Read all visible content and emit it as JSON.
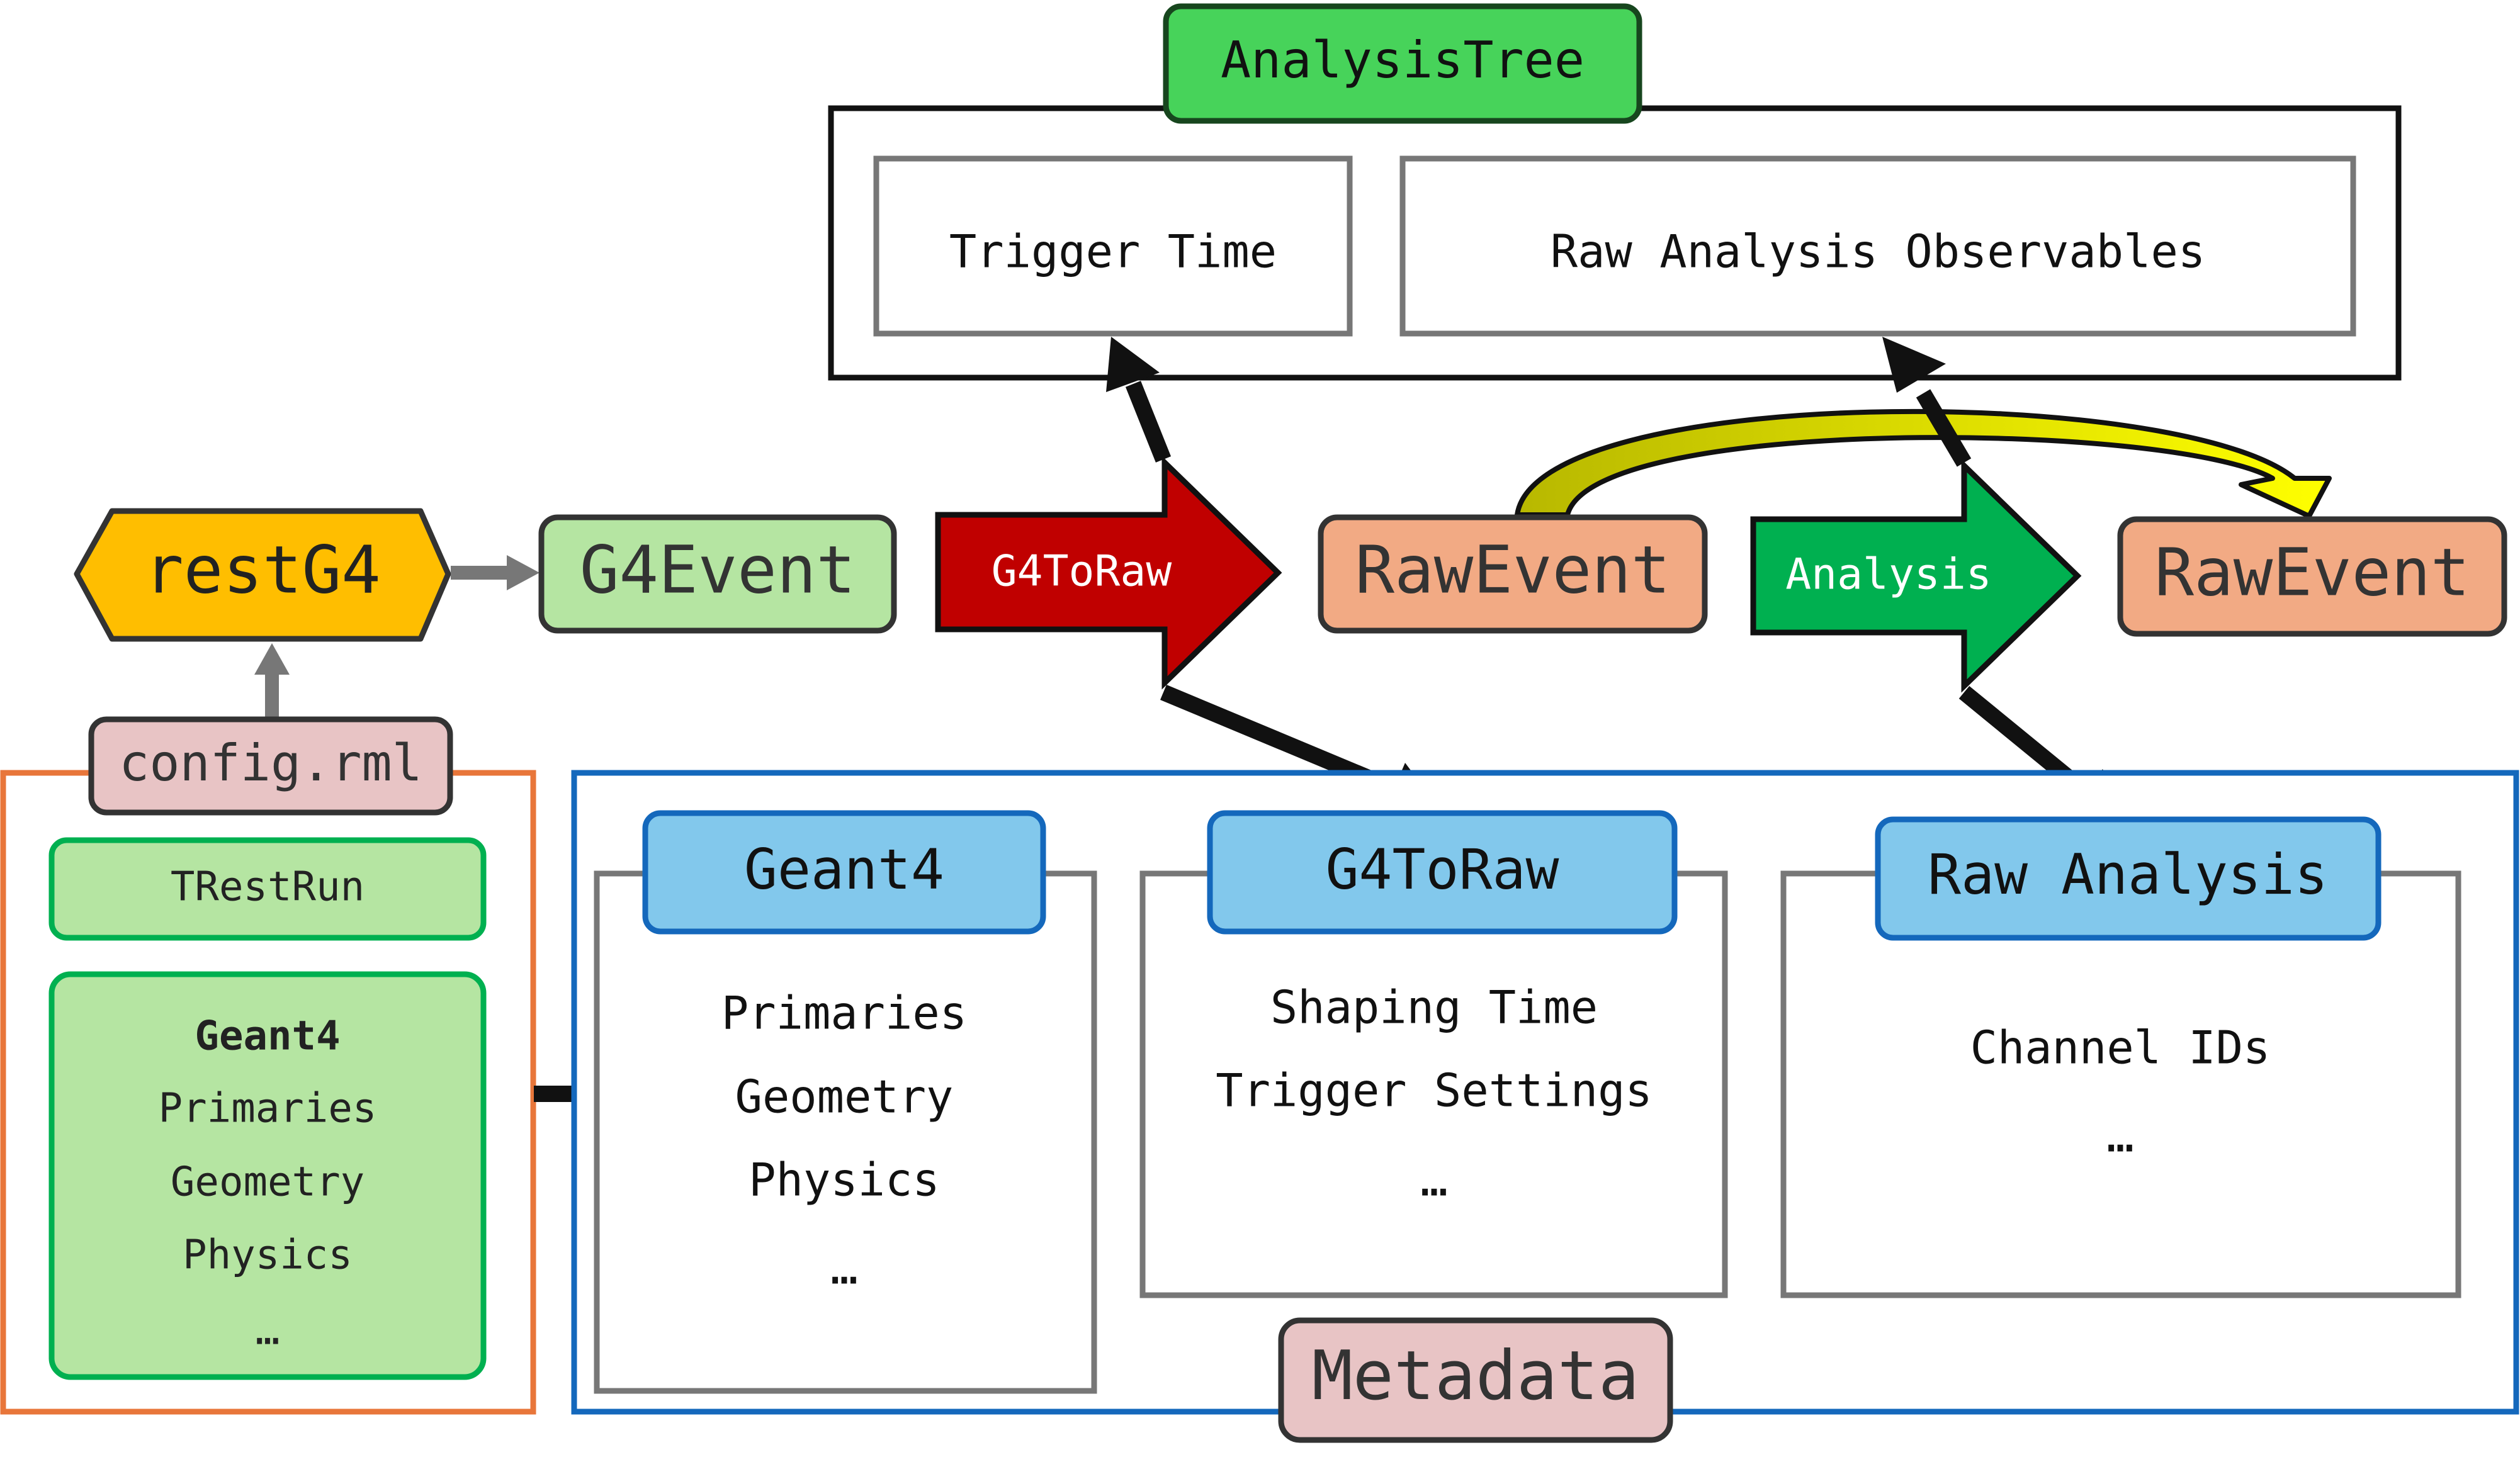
{
  "analysis_tree": {
    "label": "AnalysisTree",
    "trigger_time": "Trigger Time",
    "raw_observables": "Raw Analysis Observables"
  },
  "pipeline": {
    "restg4": "restG4",
    "g4event": "G4Event",
    "g4toraw_process": "G4ToRaw",
    "rawevent_1": "RawEvent",
    "analysis_process": "Analysis",
    "rawevent_2": "RawEvent"
  },
  "config": {
    "file": "config.rml",
    "trestrun": "TRestRun",
    "geant4_title": "Geant4",
    "items": [
      "Primaries",
      "Geometry",
      "Physics",
      "…"
    ]
  },
  "metadata": {
    "label": "Metadata",
    "geant4": {
      "title": "Geant4",
      "items": [
        "Primaries",
        "Geometry",
        "Physics",
        "…"
      ]
    },
    "g4toraw": {
      "title": "G4ToRaw",
      "items": [
        "Shaping Time",
        "Trigger Settings",
        "…"
      ]
    },
    "raw_analysis": {
      "title": "Raw Analysis",
      "items": [
        "Channel IDs",
        "…"
      ]
    }
  },
  "colors": {
    "green_tag": "#47d35a",
    "restg4": "#ffbe00",
    "event_green": "#b5e5a2",
    "raw_event": "#f2aa84",
    "process_red": "#c00000",
    "process_green": "#00b050",
    "config_pink": "#e8c4c5",
    "meta_blue": "#82c8ec",
    "orange_border": "#e8763a",
    "blue_border": "#1468bc",
    "yellow_arrow": "#ffff00"
  }
}
